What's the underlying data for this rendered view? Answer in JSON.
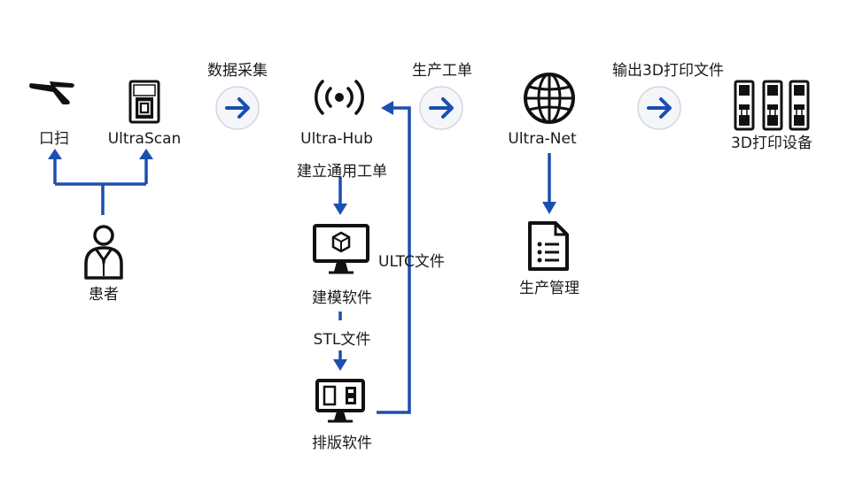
{
  "colors": {
    "accent": "#1a4fb0",
    "ink": "#111111",
    "text": "#1a1a1a"
  },
  "nodes": {
    "intraoral": {
      "label": "口扫",
      "icon": "intraoral-scanner-icon"
    },
    "ultrascan": {
      "label": "UltraScan",
      "icon": "desktop-scanner-icon"
    },
    "patient": {
      "label": "患者",
      "icon": "patient-icon"
    },
    "ultrahub": {
      "label": "Ultra-Hub",
      "icon": "wireless-signal-icon"
    },
    "modeling": {
      "label": "建模软件",
      "icon": "monitor-cube-icon"
    },
    "layout": {
      "label": "排版软件",
      "icon": "monitor-layout-icon"
    },
    "ultranet": {
      "label": "Ultra-Net",
      "icon": "globe-icon"
    },
    "production": {
      "label": "生产管理",
      "icon": "document-list-icon"
    },
    "printers": {
      "label": "3D打印设备",
      "icon": "3d-printer-icon"
    }
  },
  "edges": {
    "data_collection": "数据采集",
    "production_order": "生产工单",
    "output_3d": "输出3D打印文件",
    "create_order": "建立通用工单",
    "stl_file": "STL文件",
    "ultc_file": "ULTC文件"
  }
}
